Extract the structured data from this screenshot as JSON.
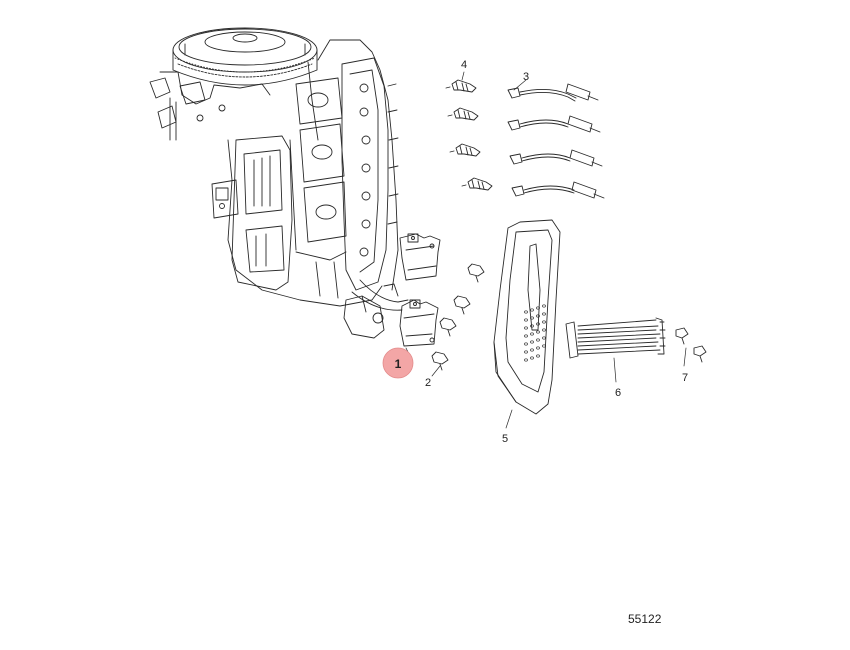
{
  "figure_number": "55122",
  "highlight_color": "#f3a6a6",
  "callouts": [
    {
      "id": "1",
      "label": "1",
      "highlighted": true
    },
    {
      "id": "2",
      "label": "2",
      "highlighted": false
    },
    {
      "id": "3",
      "label": "3",
      "highlighted": false
    },
    {
      "id": "4",
      "label": "4",
      "highlighted": false
    },
    {
      "id": "5",
      "label": "5",
      "highlighted": false
    },
    {
      "id": "6",
      "label": "6",
      "highlighted": false
    },
    {
      "id": "7",
      "label": "7",
      "highlighted": false
    }
  ]
}
